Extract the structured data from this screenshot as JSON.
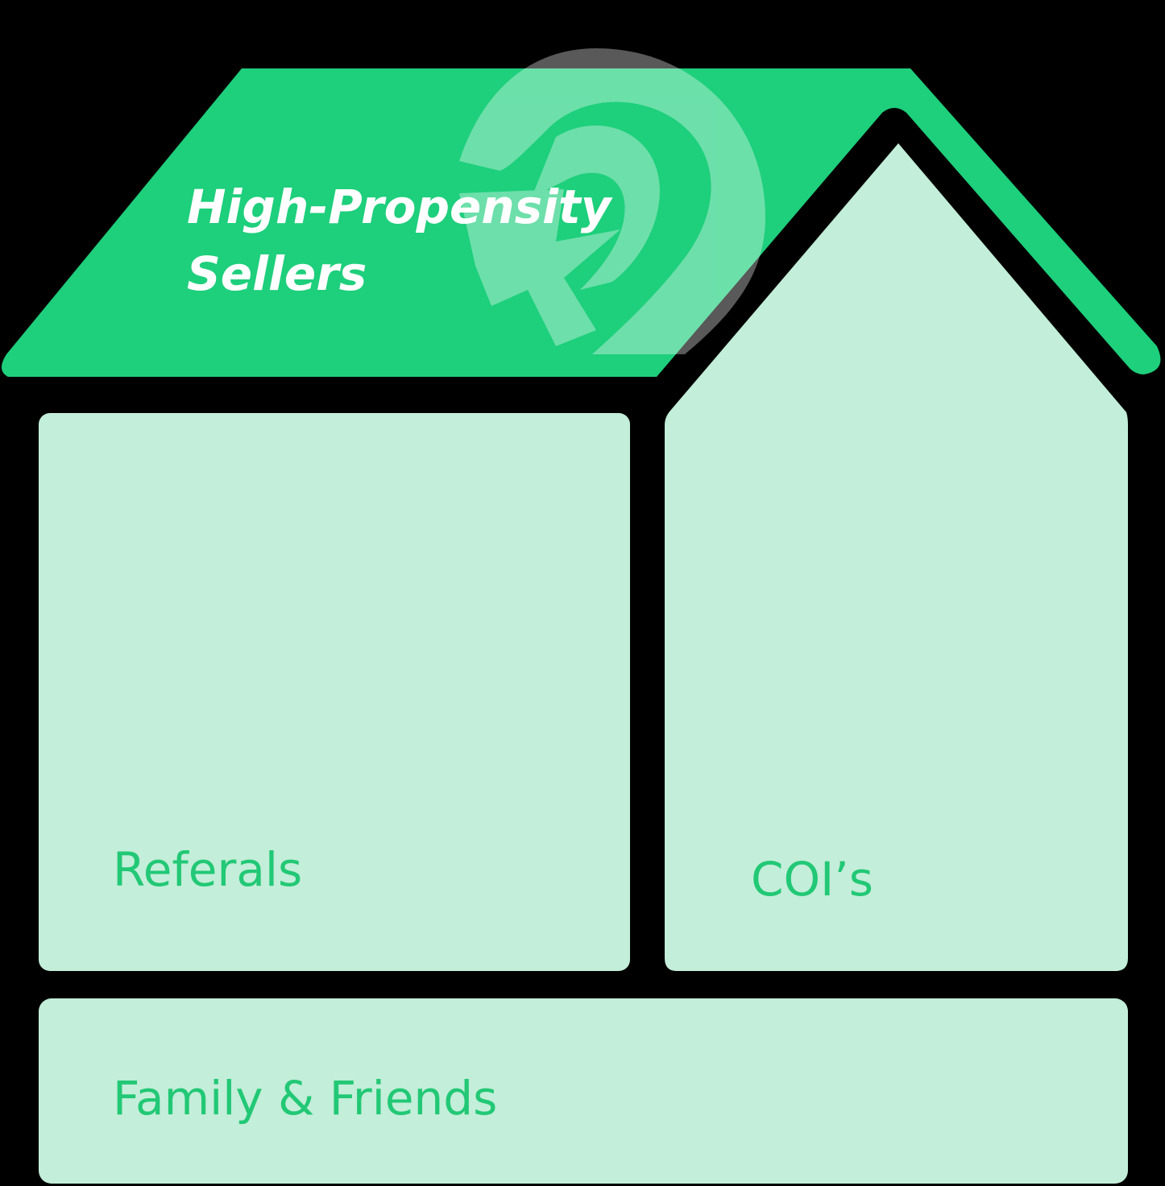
{
  "roof": {
    "line1": "High-Propensity",
    "line2": "Sellers"
  },
  "blocks": {
    "referrals": "Referals",
    "cois": "COI’s",
    "family": "Family & Friends"
  },
  "colors": {
    "background": "#000000",
    "roof_green": "#1ECF7C",
    "block_light": "#C3EED9",
    "label_green": "#22C875",
    "roof_text": "#FFFFFF",
    "logo_overlay": "#FFFFFF"
  },
  "icons": {
    "roof_logo": "brand-logo-icon"
  }
}
